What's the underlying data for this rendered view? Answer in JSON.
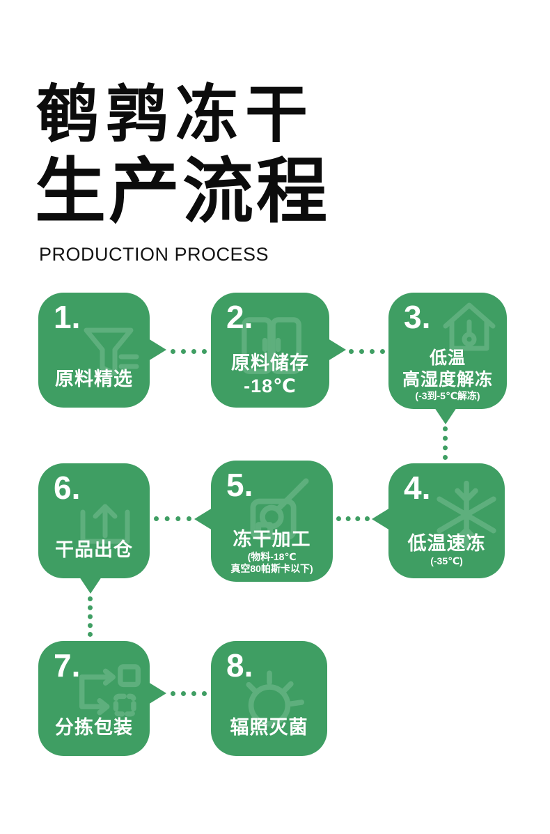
{
  "header": {
    "title_line1": "鹌鹑冻干",
    "title_line2": "生产流程",
    "subtitle": "PRODUCTION PROCESS"
  },
  "colors": {
    "card_green": "#3F9E63",
    "icon_green": "#5EAF7D",
    "title_black": "#0c0c0c",
    "text_white": "#ffffff"
  },
  "steps": [
    {
      "number": "1.",
      "label": "原料精选",
      "icon": "funnel-icon"
    },
    {
      "number": "2.",
      "label": "原料储存",
      "label2": "-18℃",
      "icon": "storage-doors-icon"
    },
    {
      "number": "3.",
      "label": "低温",
      "label2": "高湿度解冻",
      "note": "(-3到-5℃解冻)",
      "icon": "house-thaw-icon"
    },
    {
      "number": "4.",
      "label": "低温速冻",
      "note": "(-35℃)",
      "icon": "snowflake-icon"
    },
    {
      "number": "5.",
      "label": "冻干加工",
      "note": "(物料-18℃",
      "note2": "真空80帕斯卡以下)",
      "icon": "freeze-dryer-icon"
    },
    {
      "number": "6.",
      "label": "干品出仓",
      "icon": "box-out-icon"
    },
    {
      "number": "7.",
      "label": "分拣包装",
      "icon": "sorting-arrows-icon"
    },
    {
      "number": "8.",
      "label": "辐照灭菌",
      "icon": "radiation-icon"
    }
  ]
}
